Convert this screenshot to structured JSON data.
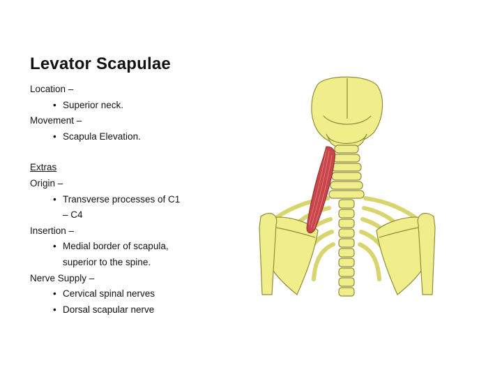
{
  "slide": {
    "title": "Levator Scapulae",
    "location_label": "Location –",
    "location_item": "Superior neck.",
    "movement_label": "Movement –",
    "movement_item": "Scapula Elevation.",
    "extras_label": "Extras",
    "origin_label": "Origin –",
    "origin_item_line1": "Transverse processes of C1",
    "origin_item_line2": "– C4",
    "insertion_label": "Insertion –",
    "insertion_item_line1": "Medial border of scapula,",
    "insertion_item_line2": "superior to the spine.",
    "nerve_label": "Nerve Supply –",
    "nerve_items": [
      "Cervical spinal nerves",
      "Dorsal scapular nerve"
    ],
    "bullet_glyph": "•"
  },
  "colors": {
    "bone": "#f0ee8a",
    "bone_shade": "#c9c65a",
    "bone_outline": "#8f8c3c",
    "muscle": "#c8464a",
    "muscle_light": "#e07a7c"
  }
}
